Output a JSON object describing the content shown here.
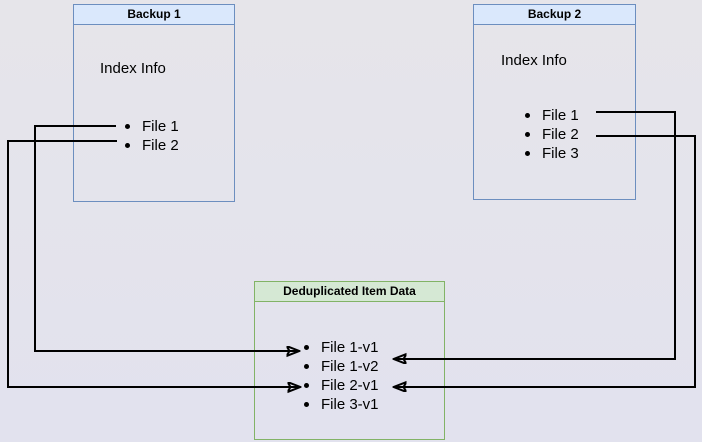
{
  "diagram": {
    "backup1": {
      "title": "Backup 1",
      "subtitle": "Index Info",
      "items": [
        "File 1",
        "File 2"
      ]
    },
    "backup2": {
      "title": "Backup 2",
      "subtitle": "Index Info",
      "items": [
        "File 1",
        "File 2",
        "File 3"
      ]
    },
    "dedup": {
      "title": "Deduplicated Item Data",
      "items": [
        "File 1-v1",
        "File 1-v2",
        "File 2-v1",
        "File 3-v1"
      ]
    },
    "connections": [
      {
        "from": "Backup 1 / File 1",
        "to": "File 1-v1"
      },
      {
        "from": "Backup 1 / File 2",
        "to": "File 2-v1"
      },
      {
        "from": "Backup 2 / File 1",
        "to": "File 1-v2"
      },
      {
        "from": "Backup 2 / File 2",
        "to": "File 2-v1"
      }
    ],
    "colors": {
      "blue_fill": "#dae8fc",
      "blue_border": "#6c8ebf",
      "green_fill": "#d5e8d4",
      "green_border": "#82b366",
      "connector": "#000000",
      "background": "#e4e4ec"
    }
  }
}
